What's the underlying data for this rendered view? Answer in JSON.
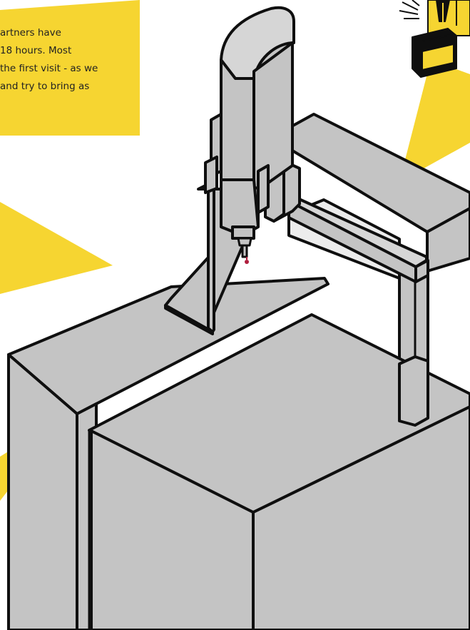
{
  "colors": {
    "accent_yellow": "#f6d531",
    "machine_gray": "#c4c4c4",
    "machine_light": "#d6d6d6",
    "gantry_window": "#ececec",
    "outline": "#0f0f0f",
    "probe_tip": "#b01f3e"
  },
  "callout": {
    "lines": [
      "artners have",
      "18 hours. Most",
      "the first visit - as we",
      "and try to bring as"
    ]
  },
  "icons": {
    "technician": "technician-with-toolbox-icon",
    "machine": "coordinate-measuring-machine-icon"
  }
}
